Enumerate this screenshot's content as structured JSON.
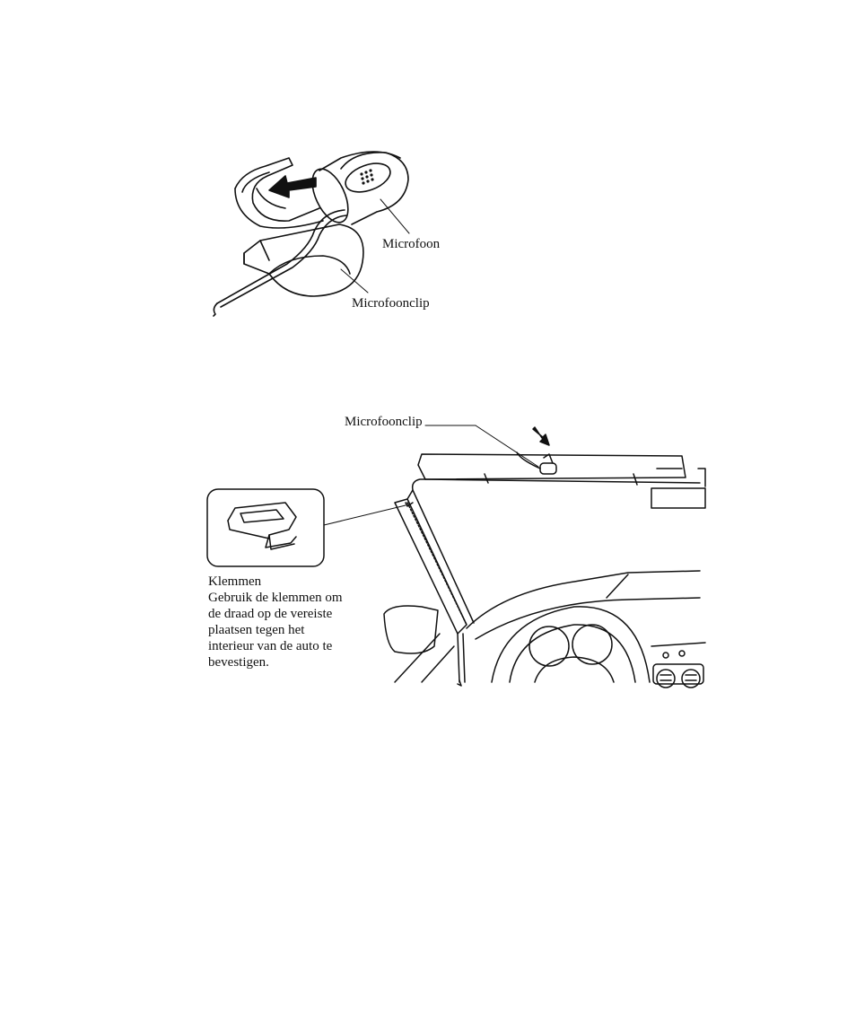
{
  "figure1": {
    "microphone_label": "Microfoon",
    "clip_label": "Microfoonclip"
  },
  "figure2": {
    "clip_label": "Microfoonclip",
    "clamps_title": "Klemmen",
    "clamps_text_lines": [
      "Gebruik de klemmen om",
      "de draad op de vereiste",
      "plaatsen tegen het",
      "interieur van de auto te",
      "bevestigen."
    ]
  },
  "colors": {
    "ink": "#111111",
    "background": "#ffffff"
  }
}
